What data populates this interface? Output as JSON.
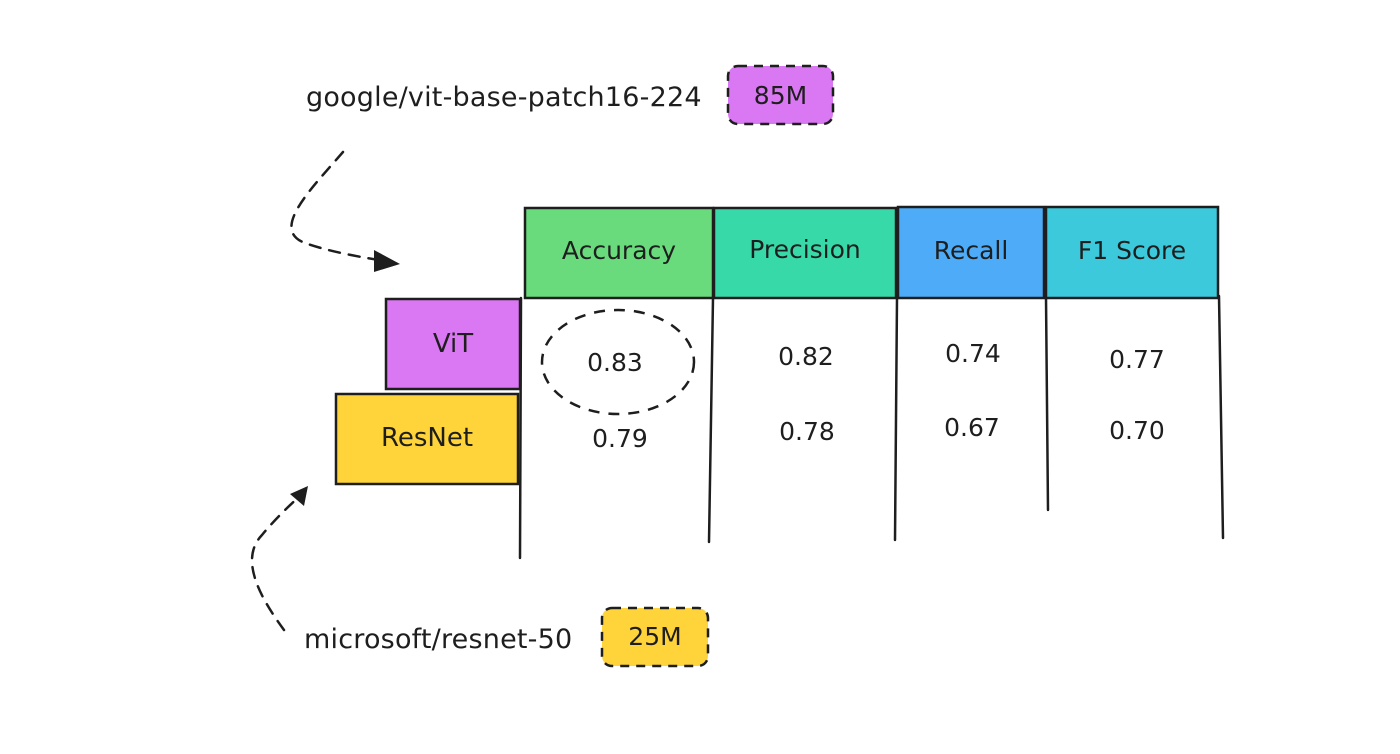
{
  "models": {
    "vit": {
      "id": "google/vit-base-patch16-224",
      "params": "85M",
      "label": "ViT",
      "color": "#da77f2"
    },
    "resnet": {
      "id": "microsoft/resnet-50",
      "params": "25M",
      "label": "ResNet",
      "color": "#ffd43b"
    }
  },
  "table": {
    "headers": [
      {
        "label": "Accuracy",
        "color": "#69db7c"
      },
      {
        "label": "Precision",
        "color": "#38d9a9"
      },
      {
        "label": "Recall",
        "color": "#4dabf7"
      },
      {
        "label": "F1 Score",
        "color": "#3bc9db"
      }
    ],
    "rows": [
      {
        "model": "ViT",
        "values": [
          "0.83",
          "0.82",
          "0.74",
          "0.77"
        ]
      },
      {
        "model": "ResNet",
        "values": [
          "0.79",
          "0.78",
          "0.67",
          "0.70"
        ]
      }
    ],
    "highlighted_cell": "0.83"
  }
}
